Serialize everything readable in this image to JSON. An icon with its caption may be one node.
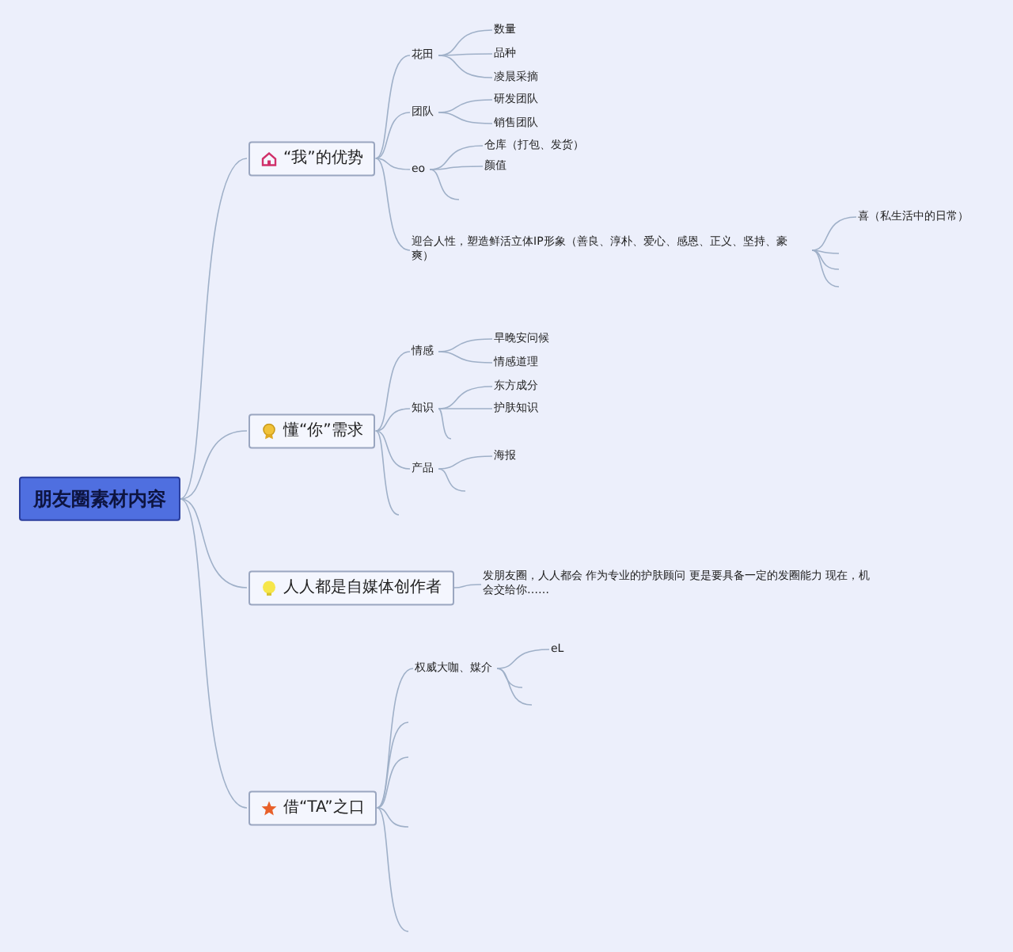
{
  "diagram": {
    "nodes": [
      {
        "text": [
          "朋友圈素材内容"
        ]
      },
      {
        "text": [
          "“我”的优势"
        ]
      },
      {
        "text": [
          "花田"
        ]
      },
      {
        "text": [
          "数量"
        ]
      },
      {
        "text": [
          "品种"
        ]
      },
      {
        "text": [
          "凌晨采摘"
        ]
      },
      {
        "text": [
          "团队"
        ]
      },
      {
        "text": [
          "研发团队"
        ]
      },
      {
        "text": [
          "销售团队"
        ]
      },
      {
        "text": [
          "eo"
        ]
      },
      {
        "text": [
          "仓库（打包、发货）"
        ]
      },
      {
        "text": [
          "颜值"
        ]
      },
      {
        "text": [
          "迎合人性，塑造鲜活立体IP形象（善良、淳朴、爱心、感恩、正义、坚持、豪爽）"
        ]
      },
      {
        "text": [
          "喜（私生活中的日常）"
        ]
      },
      {
        "text": [
          "懂“你”需求"
        ]
      },
      {
        "text": [
          "情感"
        ]
      },
      {
        "text": [
          "早晚安问候"
        ]
      },
      {
        "text": [
          "情感道理"
        ]
      },
      {
        "text": [
          "知识"
        ]
      },
      {
        "text": [
          "东方成分"
        ]
      },
      {
        "text": [
          "护肤知识"
        ]
      },
      {
        "text": [
          "产品"
        ]
      },
      {
        "text": [
          "海报"
        ]
      },
      {
        "text": [
          "人人都是自媒体创作者"
        ]
      },
      {
        "text": [
          "发朋友圈，人人都会 作为专业的护肤顾问 更是要具备一定的发圈能力 现在，机会交给你……"
        ]
      },
      {
        "text": [
          "借“TA”之口"
        ]
      },
      {
        "text": [
          "权威大咖、媒介"
        ]
      },
      {
        "text": [
          "eL"
        ]
      }
    ],
    "edges": [
      {
        "from": 0,
        "to": 1,
        "arrow": "none"
      },
      {
        "from": 1,
        "to": 2,
        "arrow": "none"
      },
      {
        "from": 2,
        "to": 3,
        "arrow": "none"
      },
      {
        "from": 2,
        "to": 4,
        "arrow": "none"
      },
      {
        "from": 2,
        "to": 5,
        "arrow": "none"
      },
      {
        "from": 1,
        "to": 6,
        "arrow": "none"
      },
      {
        "from": 6,
        "to": 7,
        "arrow": "none"
      },
      {
        "from": 6,
        "to": 8,
        "arrow": "none"
      },
      {
        "from": 1,
        "to": 9,
        "arrow": "none"
      },
      {
        "from": 9,
        "to": 10,
        "arrow": "none"
      },
      {
        "from": 9,
        "to": 11,
        "arrow": "none"
      },
      {
        "from": 9,
        "to": null,
        "arrow": "none"
      },
      {
        "from": 1,
        "to": 12,
        "arrow": "none"
      },
      {
        "from": 12,
        "to": 13,
        "arrow": "none"
      },
      {
        "from": 12,
        "to": null,
        "arrow": "none"
      },
      {
        "from": 12,
        "to": null,
        "arrow": "none"
      },
      {
        "from": 12,
        "to": null,
        "arrow": "none"
      },
      {
        "from": 0,
        "to": 14,
        "arrow": "none"
      },
      {
        "from": 14,
        "to": 15,
        "arrow": "none"
      },
      {
        "from": 15,
        "to": 16,
        "arrow": "none"
      },
      {
        "from": 15,
        "to": 17,
        "arrow": "none"
      },
      {
        "from": 14,
        "to": 18,
        "arrow": "none"
      },
      {
        "from": 18,
        "to": 19,
        "arrow": "none"
      },
      {
        "from": 18,
        "to": 20,
        "arrow": "none"
      },
      {
        "from": 18,
        "to": null,
        "arrow": "none"
      },
      {
        "from": 14,
        "to": 21,
        "arrow": "none"
      },
      {
        "from": 21,
        "to": 22,
        "arrow": "none"
      },
      {
        "from": 21,
        "to": null,
        "arrow": "none"
      },
      {
        "from": 14,
        "to": null,
        "arrow": "none"
      },
      {
        "from": 0,
        "to": 23,
        "arrow": "none"
      },
      {
        "from": 23,
        "to": 24,
        "arrow": "none"
      },
      {
        "from": 0,
        "to": 25,
        "arrow": "none"
      },
      {
        "from": 25,
        "to": 26,
        "arrow": "none"
      },
      {
        "from": 26,
        "to": 27,
        "arrow": "none"
      },
      {
        "from": 26,
        "to": null,
        "arrow": "none"
      },
      {
        "from": 26,
        "to": null,
        "arrow": "none"
      },
      {
        "from": 25,
        "to": null,
        "arrow": "none"
      },
      {
        "from": 25,
        "to": null,
        "arrow": "none"
      },
      {
        "from": 25,
        "to": null,
        "arrow": "none"
      },
      {
        "from": 25,
        "to": null,
        "arrow": "none"
      }
    ]
  }
}
